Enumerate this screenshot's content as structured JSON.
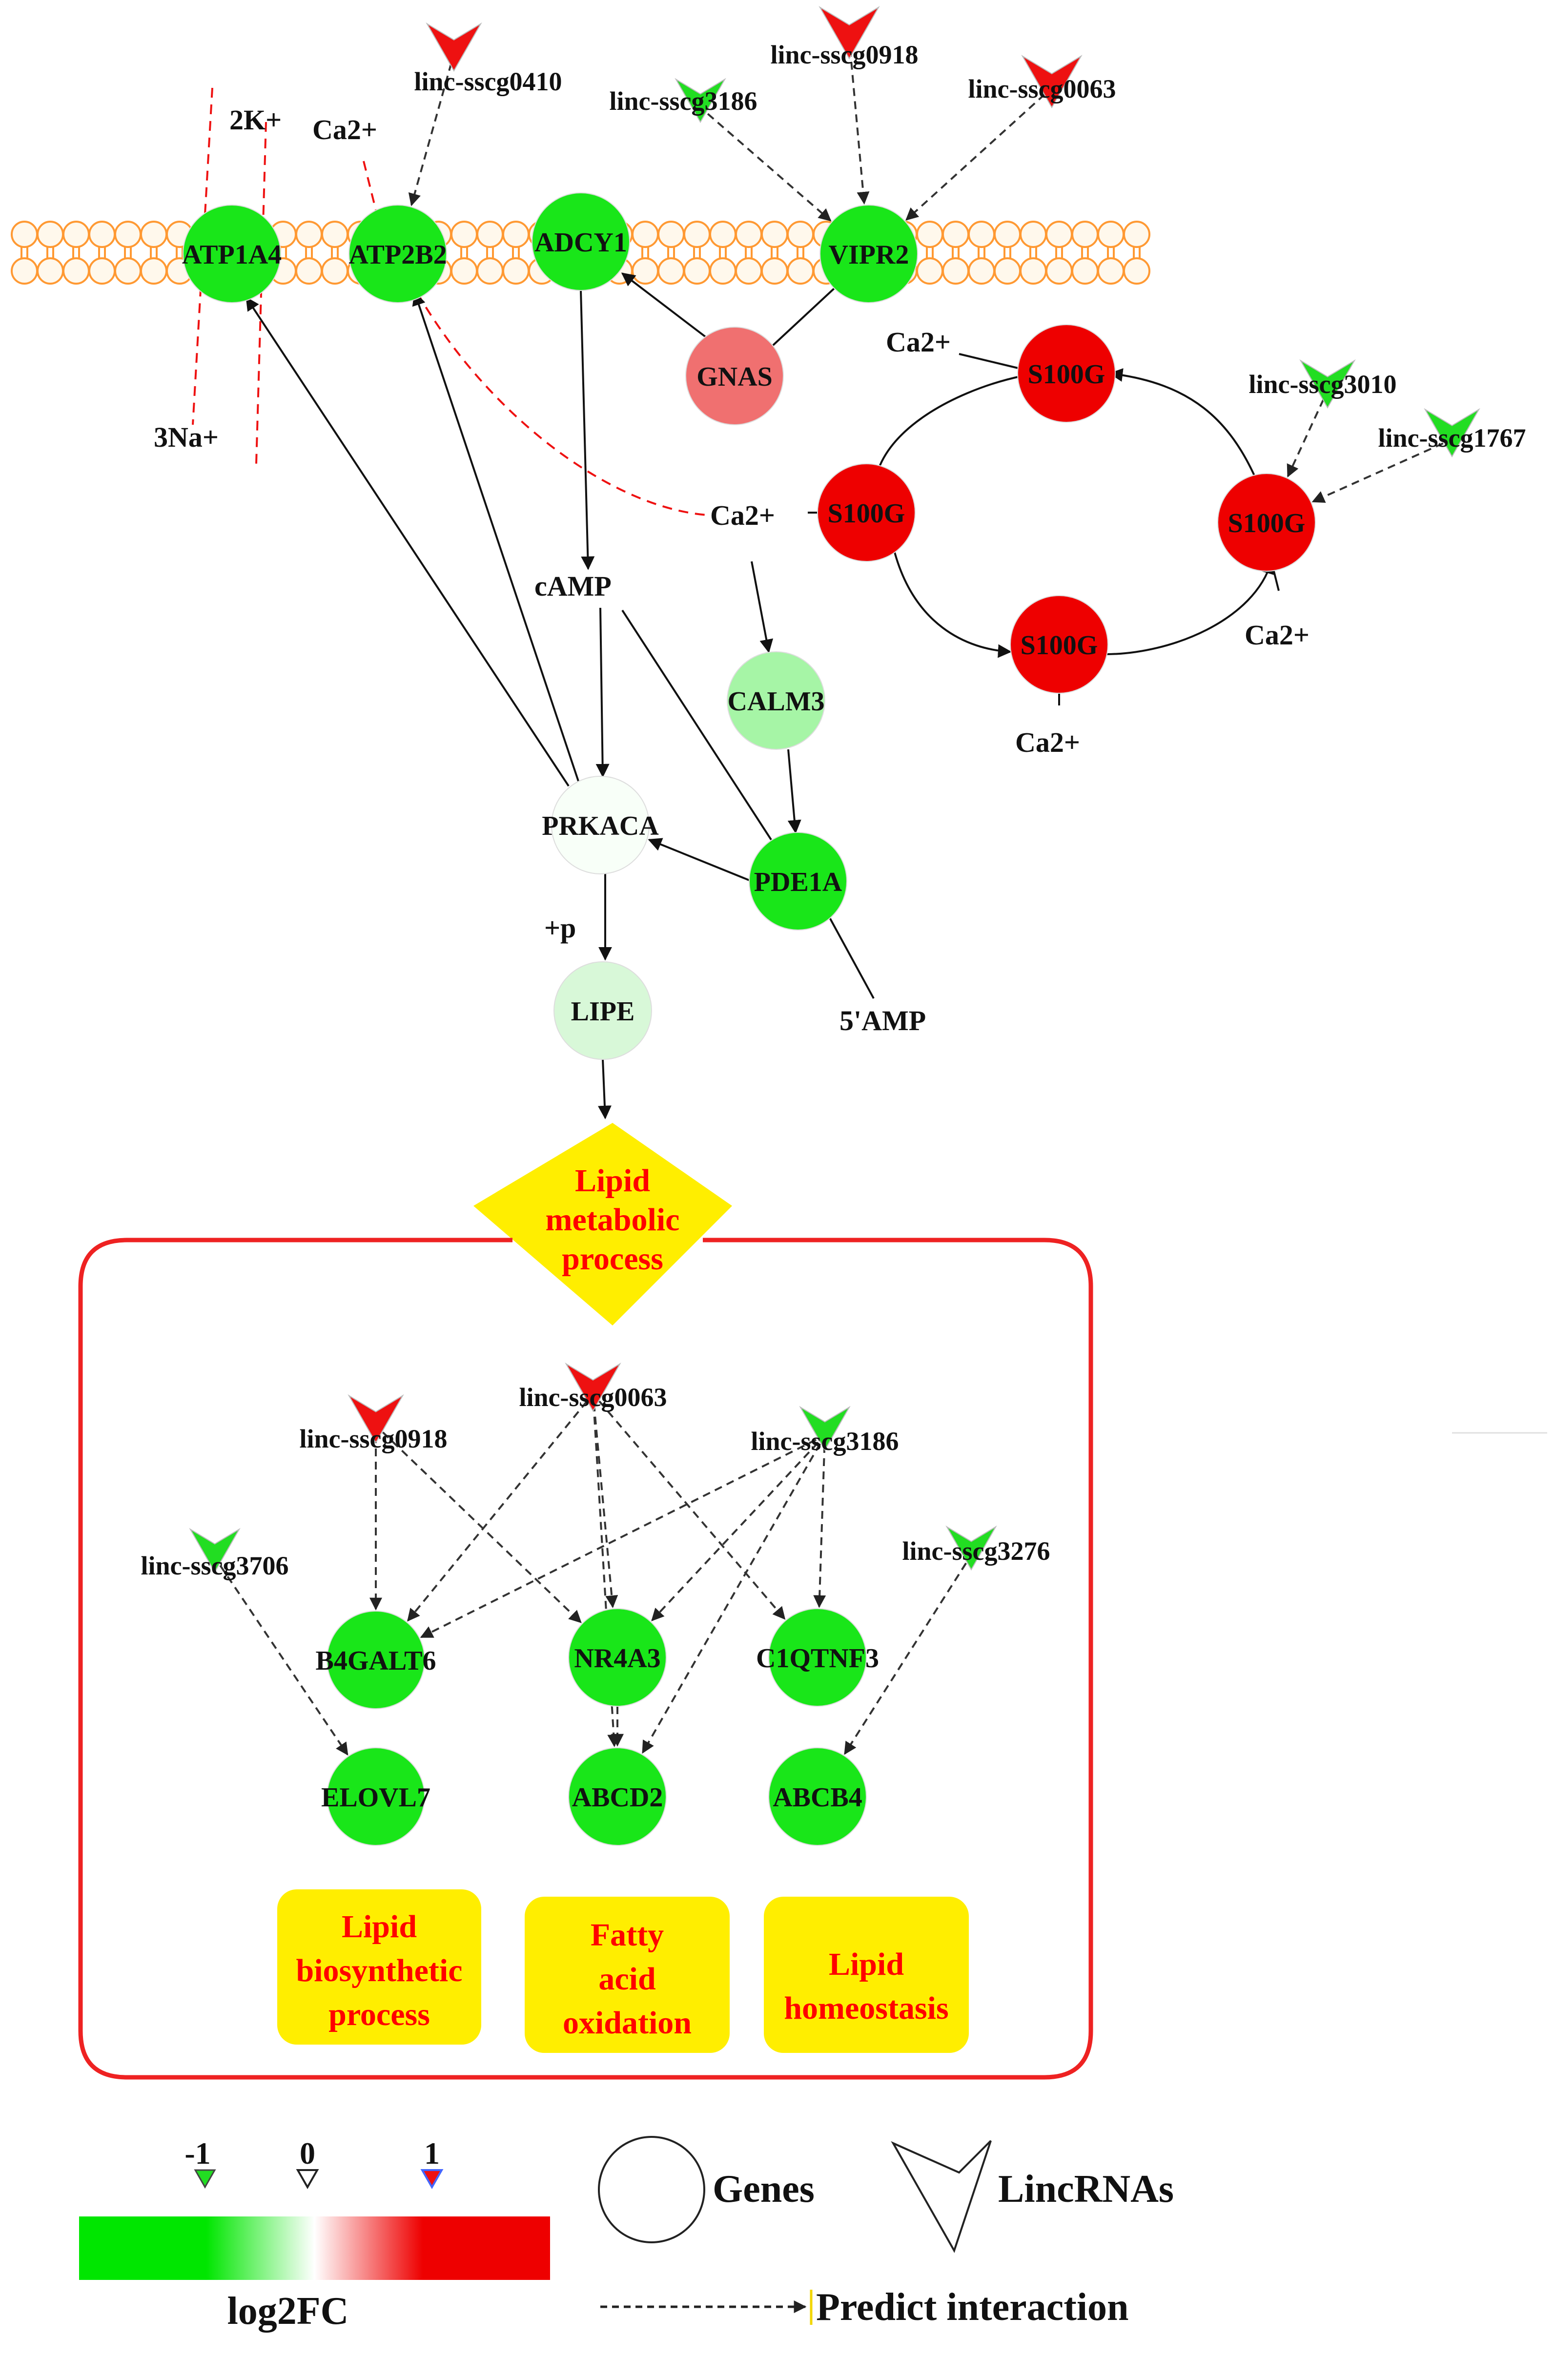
{
  "membrane": {
    "ions": {
      "k": "2K+",
      "ca_top": "Ca2+",
      "na": "3Na+"
    }
  },
  "genes": {
    "ATP1A4": {
      "label": "ATP1A4",
      "color": "#19e619"
    },
    "ATP2B2": {
      "label": "ATP2B2",
      "color": "#19e619"
    },
    "ADCY1": {
      "label": "ADCY1",
      "color": "#19e619"
    },
    "VIPR2": {
      "label": "VIPR2",
      "color": "#19e619"
    },
    "GNAS": {
      "label": "GNAS",
      "color": "#f07070"
    },
    "S100G_top": {
      "label": "S100G",
      "color": "#ee0000"
    },
    "S100G_left": {
      "label": "S100G",
      "color": "#ee0000"
    },
    "S100G_right": {
      "label": "S100G",
      "color": "#ee0000"
    },
    "S100G_bottom": {
      "label": "S100G",
      "color": "#ee0000"
    },
    "CALM3": {
      "label": "CALM3",
      "color": "#a6f5a6"
    },
    "PRKACA": {
      "label": "PRKACA",
      "color": "#f8fff8"
    },
    "PDE1A": {
      "label": "PDE1A",
      "color": "#19e619"
    },
    "LIPE": {
      "label": "LIPE",
      "color": "#d8f8d8"
    },
    "B4GALT6": {
      "label": "B4GALT6",
      "color": "#19e619"
    },
    "NR4A3": {
      "label": "NR4A3",
      "color": "#19e619"
    },
    "C1QTNF3": {
      "label": "C1QTNF3",
      "color": "#19e619"
    },
    "ELOVL7": {
      "label": "ELOVL7",
      "color": "#19e619"
    },
    "ABCD2": {
      "label": "ABCD2",
      "color": "#19e619"
    },
    "ABCB4": {
      "label": "ABCB4",
      "color": "#19e619"
    }
  },
  "lincs": {
    "l0410": {
      "label": "linc-sscg0410",
      "color": "#ee1111"
    },
    "l3186_top": {
      "label": "linc-sscg3186",
      "color": "#22dd22"
    },
    "l0918_top": {
      "label": "linc-sscg0918",
      "color": "#ee1111"
    },
    "l0063_top": {
      "label": "linc-sscg0063",
      "color": "#ee1111"
    },
    "l3010": {
      "label": "linc-sscg3010",
      "color": "#22dd22"
    },
    "l1767": {
      "label": "linc-sscg1767",
      "color": "#22dd22"
    },
    "l0063_bot": {
      "label": "linc-sscg0063",
      "color": "#ee1111"
    },
    "l0918_bot": {
      "label": "linc-sscg0918",
      "color": "#ee1111"
    },
    "l3186_bot": {
      "label": "linc-sscg3186",
      "color": "#22dd22"
    },
    "l3706": {
      "label": "linc-sscg3706",
      "color": "#22dd22"
    },
    "l3276": {
      "label": "linc-sscg3276",
      "color": "#22dd22"
    }
  },
  "labels": {
    "ca_s100g_top": "Ca2+",
    "ca_mid": "Ca2+",
    "ca_right": "Ca2+",
    "ca_bottom": "Ca2+",
    "na": "3Na+",
    "camp": "cAMP",
    "plus_p": "+p",
    "amp": "5'AMP"
  },
  "process_lipid_metabolic": [
    "Lipid",
    "metabolic",
    "process"
  ],
  "process_boxes": {
    "biosynthetic": [
      "Lipid",
      "biosynthetic",
      "process"
    ],
    "fatty_acid": [
      "Fatty",
      "acid",
      "oxidation"
    ],
    "homeostasis": [
      "Lipid",
      "homeostasis"
    ]
  },
  "legend": {
    "scale_ticks": [
      "-1",
      "0",
      "1"
    ],
    "scale_title": "log2FC",
    "genes": "Genes",
    "lincs": "LincRNAs",
    "predict": "Predict interaction",
    "colors": {
      "low": "#00e600",
      "mid": "#ffffff",
      "high": "#ee0000"
    }
  },
  "colors": {
    "membrane": "#ff9933",
    "membrane_fill": "#fff8ec",
    "process_text": "#ff0000",
    "process_fill": "#ffee00",
    "frame": "#ee2222"
  }
}
